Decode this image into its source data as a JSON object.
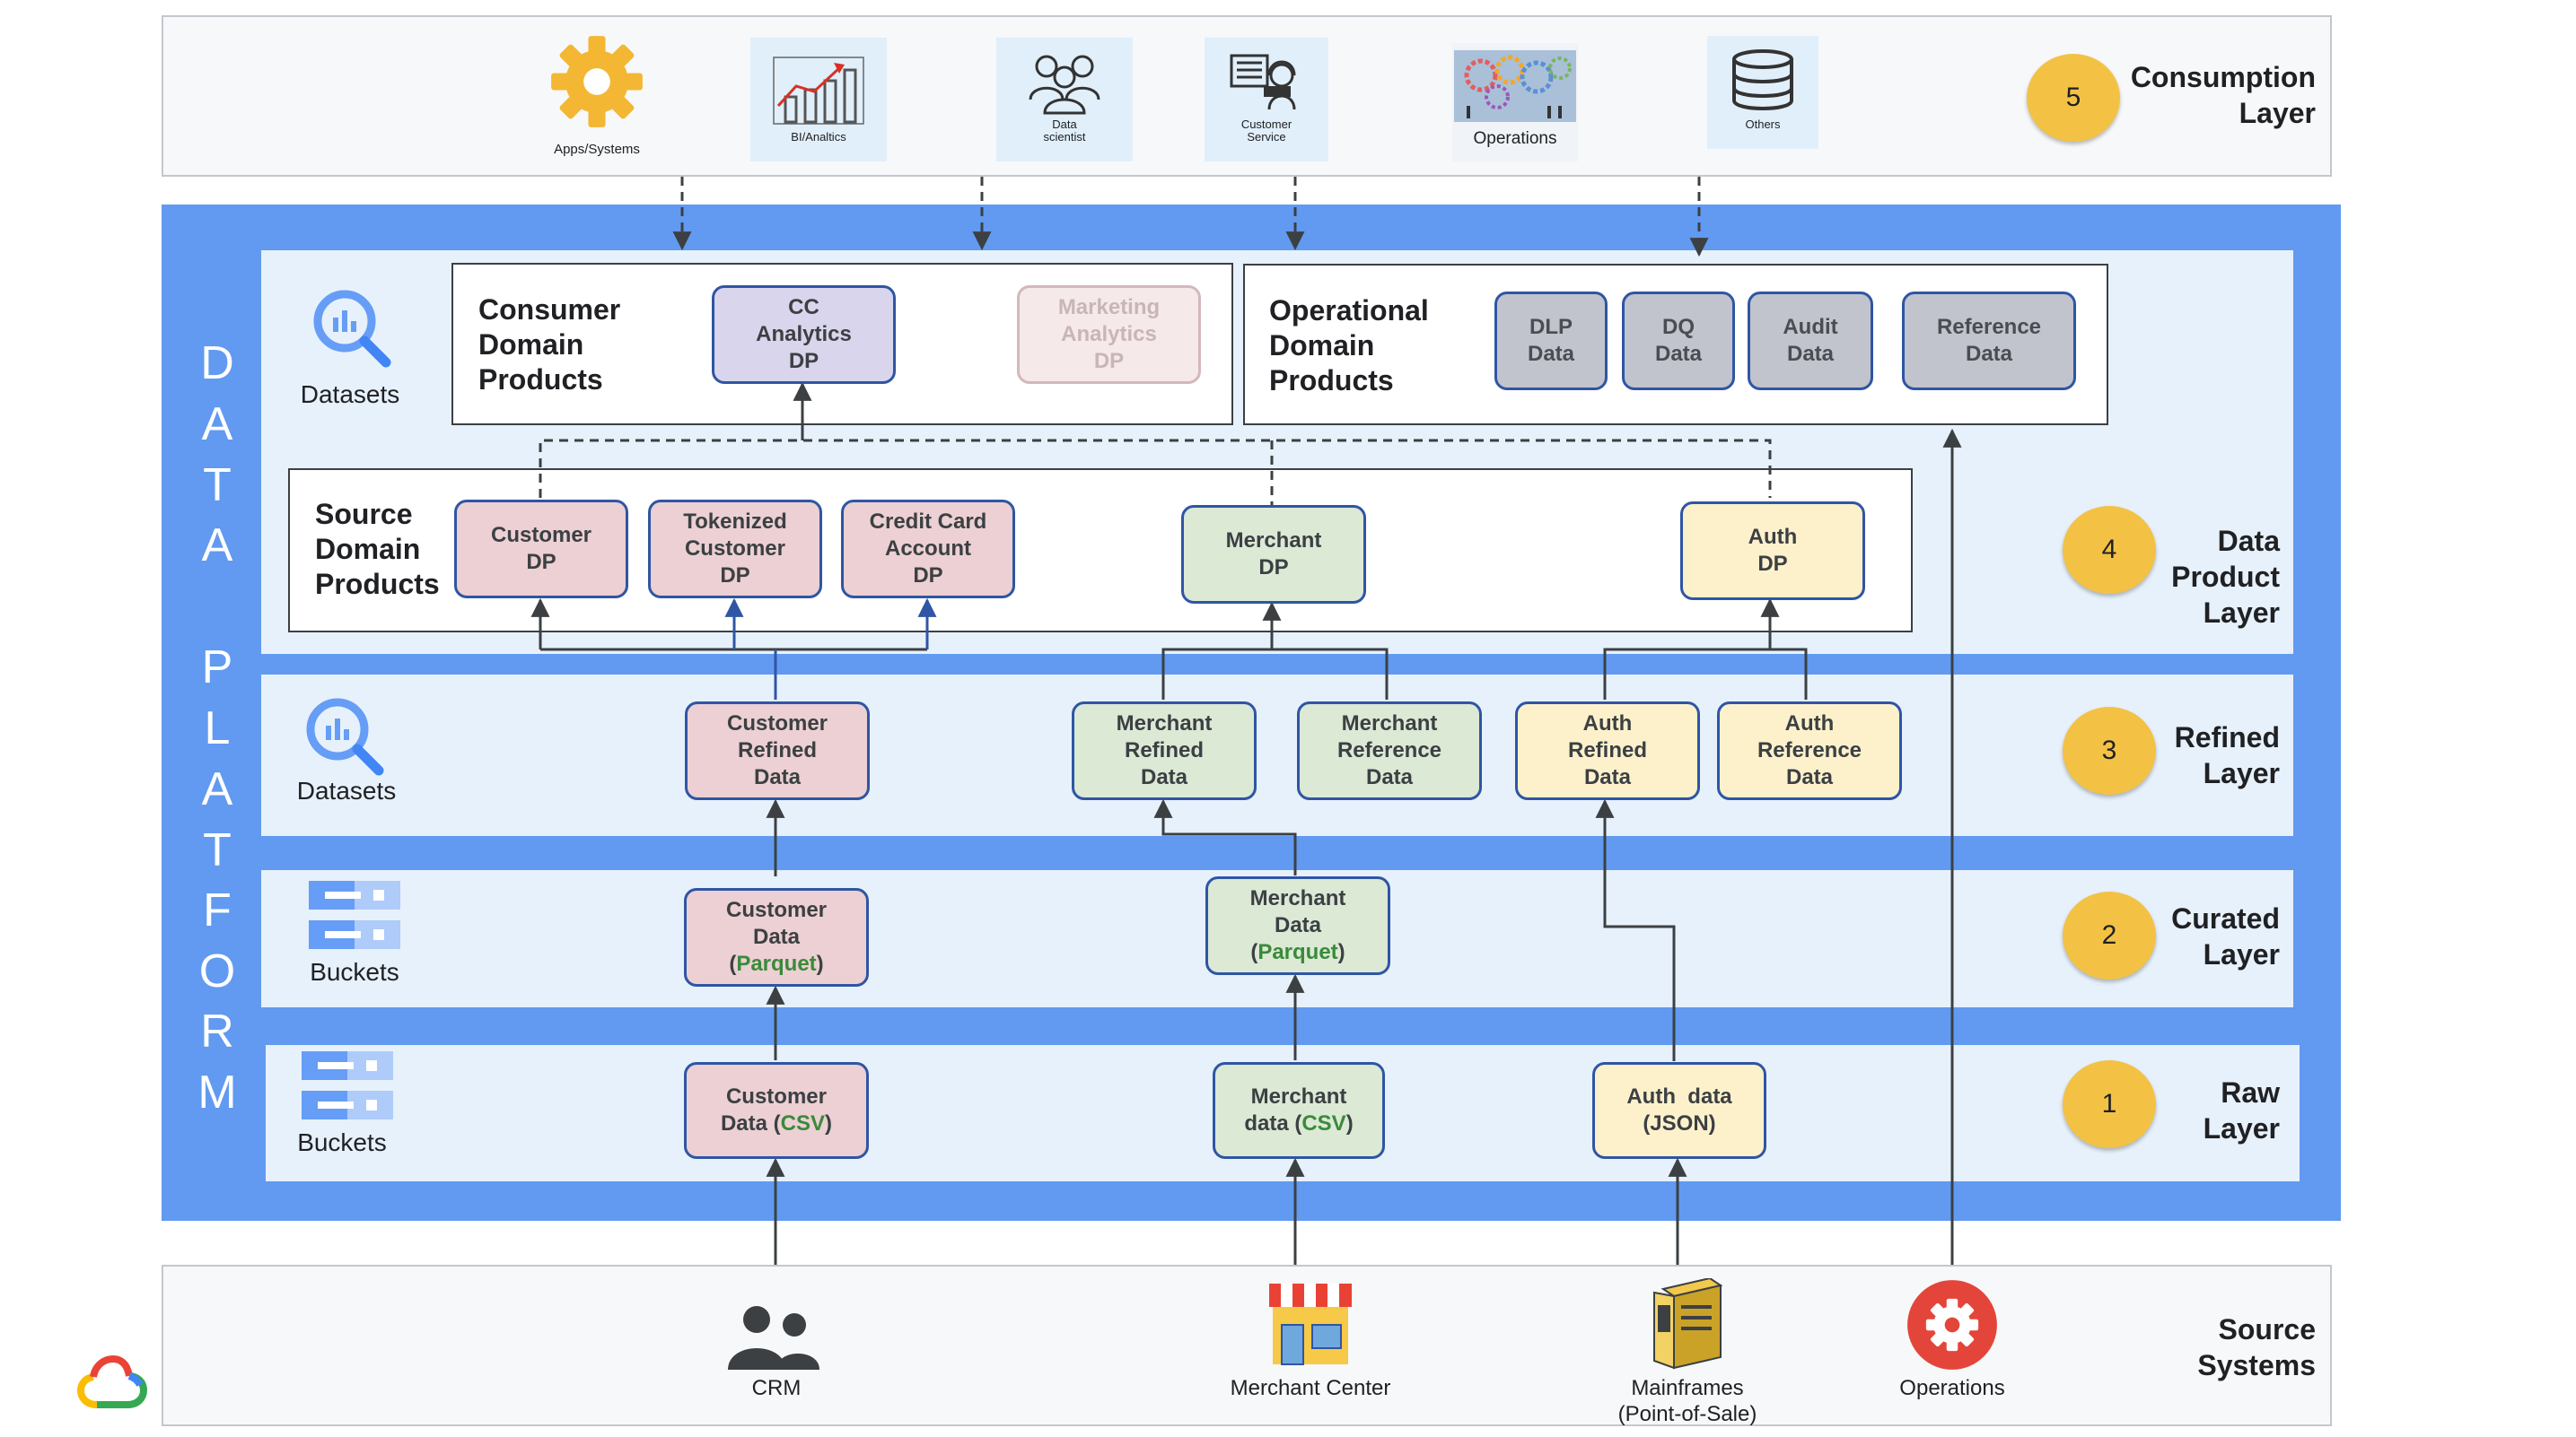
{
  "consumption_layer": {
    "consumers": [
      {
        "label": "Apps/Systems",
        "icon": "gear-icon"
      },
      {
        "label": "BI/Analtics",
        "icon": "bar-chart-icon"
      },
      {
        "label": "Data\nscientist",
        "icon": "users-icon"
      },
      {
        "label": "Customer\nService",
        "icon": "customer-service-icon"
      },
      {
        "label": "Operations",
        "icon": "operations-gears-icon"
      },
      {
        "label": "Others",
        "icon": "database-icon"
      }
    ],
    "number": "5",
    "label": "Consumption\nLayer"
  },
  "platform": {
    "letters": [
      "D",
      "A",
      "T",
      "A",
      "P",
      "L",
      "A",
      "T",
      "F",
      "O",
      "R",
      "M"
    ]
  },
  "data_product_layer": {
    "number": "4",
    "label": "Data\nProduct\nLayer",
    "store_label": "Datasets",
    "consumer_panel": {
      "title": "Consumer\nDomain\nProducts",
      "products": [
        "CC\nAnalytics\nDP",
        "Marketing\nAnalytics\nDP"
      ]
    },
    "operational_panel": {
      "title": "Operational\nDomain\nProducts",
      "products": [
        "DLP\nData",
        "DQ\nData",
        "Audit\nData",
        "Reference\nData"
      ]
    },
    "source_panel": {
      "title": "Source\nDomain\nProducts",
      "products": [
        "Customer\nDP",
        "Tokenized\nCustomer\nDP",
        "Credit Card\nAccount\nDP",
        "Merchant\nDP",
        "Auth\nDP"
      ]
    }
  },
  "refined_layer": {
    "number": "3",
    "label": "Refined\nLayer",
    "store_label": "Datasets",
    "items": [
      "Customer\nRefined\nData",
      "Merchant\nRefined\nData",
      "Merchant\nReference\nData",
      "Auth\nRefined\nData",
      "Auth\nReference\nData"
    ]
  },
  "curated_layer": {
    "number": "2",
    "label": "Curated\nLayer",
    "store_label": "Buckets",
    "items": [
      {
        "line1": "Customer",
        "line2": "Data",
        "prefix": "(",
        "format": "Parquet",
        "suffix": ")"
      },
      {
        "line1": "Merchant",
        "line2": "Data",
        "prefix": "(",
        "format": "Parquet",
        "suffix": ")"
      }
    ]
  },
  "raw_layer": {
    "number": "1",
    "label": "Raw\nLayer",
    "store_label": "Buckets",
    "items": [
      {
        "line1": "Customer",
        "line2": "Data (",
        "format": "CSV",
        "suffix": ")"
      },
      {
        "line1": "Merchant",
        "line2": "data (",
        "format": "CSV",
        "suffix": ")"
      },
      {
        "line1": "Auth  data",
        "line2": "(JSON)",
        "format": "",
        "suffix": ""
      }
    ]
  },
  "source_systems": {
    "label": "Source\nSystems",
    "systems": [
      {
        "label": "CRM",
        "icon": "crm-users-icon"
      },
      {
        "label": "Merchant Center",
        "icon": "storefront-icon"
      },
      {
        "label": "Mainframes\n(Point-of-Sale)",
        "icon": "mainframe-icon"
      },
      {
        "label": "Operations",
        "icon": "operations-gear-icon"
      }
    ]
  },
  "colors": {
    "platform_blue": "#619af0",
    "layer_band": "#e7f1fb",
    "badge_yellow": "#f3c245",
    "box_border": "#2f55a4",
    "customer_pink": "#ecd0d3",
    "merchant_green": "#dbe9d5",
    "auth_yellow": "#fdf1cc"
  }
}
